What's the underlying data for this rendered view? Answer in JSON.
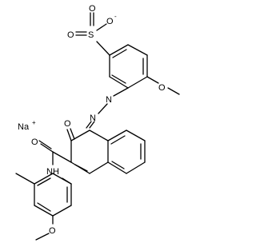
{
  "atoms": {
    "sulfur": "S",
    "sulfonate_O_top": "O",
    "sulfonate_O_left": "O",
    "sulfonate_O_charged": "O",
    "sulfonate_charge": "-",
    "methoxy_O_upper": "O",
    "azo_N_upper": "N",
    "azo_N_lower": "N",
    "carbonyl_O": "O",
    "amide_O": "O",
    "amide_NH": "NH",
    "methoxy_O_lower": "O",
    "sodium": "Na",
    "sodium_charge": "+"
  }
}
